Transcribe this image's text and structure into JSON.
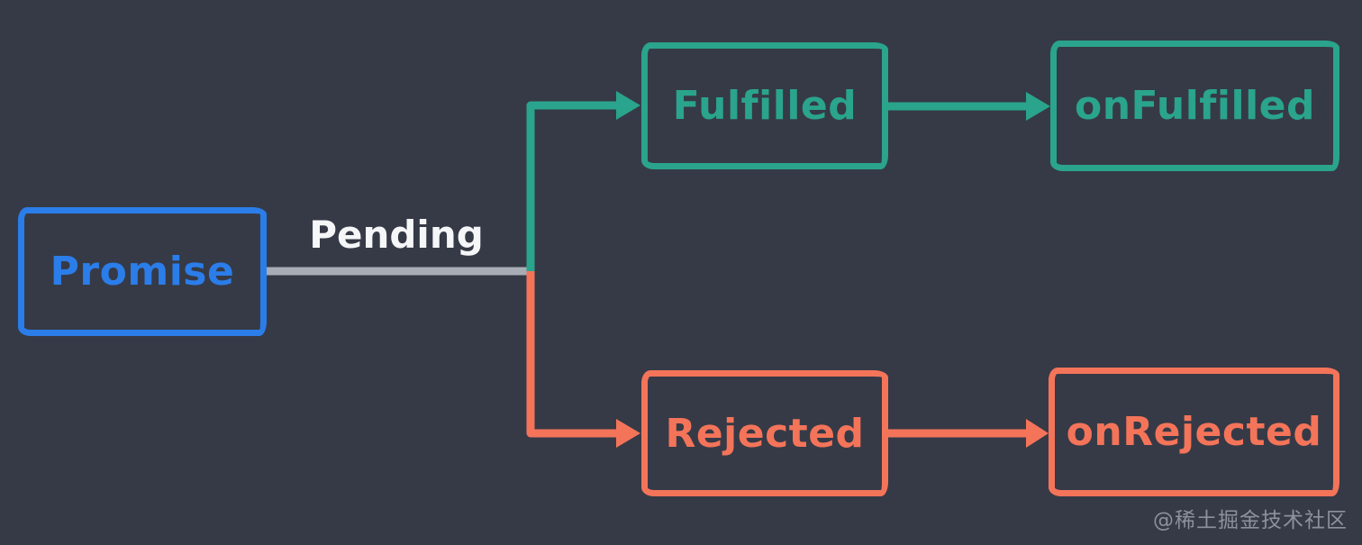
{
  "diagram": {
    "title_hint": "Promise state flow diagram",
    "nodes": {
      "promise": {
        "label": "Promise"
      },
      "fulfilled": {
        "label": "Fulfilled"
      },
      "onfulfilled": {
        "label": "onFulfilled"
      },
      "rejected": {
        "label": "Rejected"
      },
      "onrejected": {
        "label": "onRejected"
      }
    },
    "edges": {
      "pending_label": "Pending"
    },
    "watermark": "@稀土掘金技术社区",
    "colors": {
      "background": "#363a46",
      "promise_blue": "#2b7de9",
      "fulfilled_teal": "#2aa48c",
      "rejected_orange": "#f4745a",
      "pending_gray": "#a8acb4",
      "text_white": "#f5f6f8",
      "watermark_gray": "#8d919b"
    }
  }
}
